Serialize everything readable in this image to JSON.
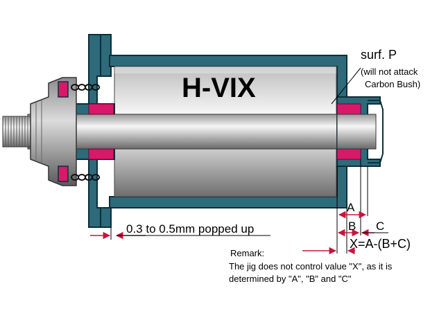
{
  "diagram": {
    "product_name": "H-VIX",
    "surface_label": "surf. P",
    "surface_note_line1": "(will not attack",
    "surface_note_line2": "Carbon Bush)",
    "popup_label": "0.3 to 0.5mm popped up",
    "dimension_a": "A",
    "dimension_b": "B",
    "dimension_c": "C",
    "formula": "X=A-(B+C)",
    "remark_title": "Remark:",
    "remark_line1": "The jig does not control value \"X\", as it is",
    "remark_line2": "determined by \"A\", \"B\" and \"C\""
  },
  "colors": {
    "housing": "#2d6a7a",
    "housing_outline": "#0b2f3a",
    "bush": "#d8196a",
    "roller_light": "#f2f2f2",
    "roller_dark": "#7a7a7a",
    "arrow": "#c8143c"
  }
}
